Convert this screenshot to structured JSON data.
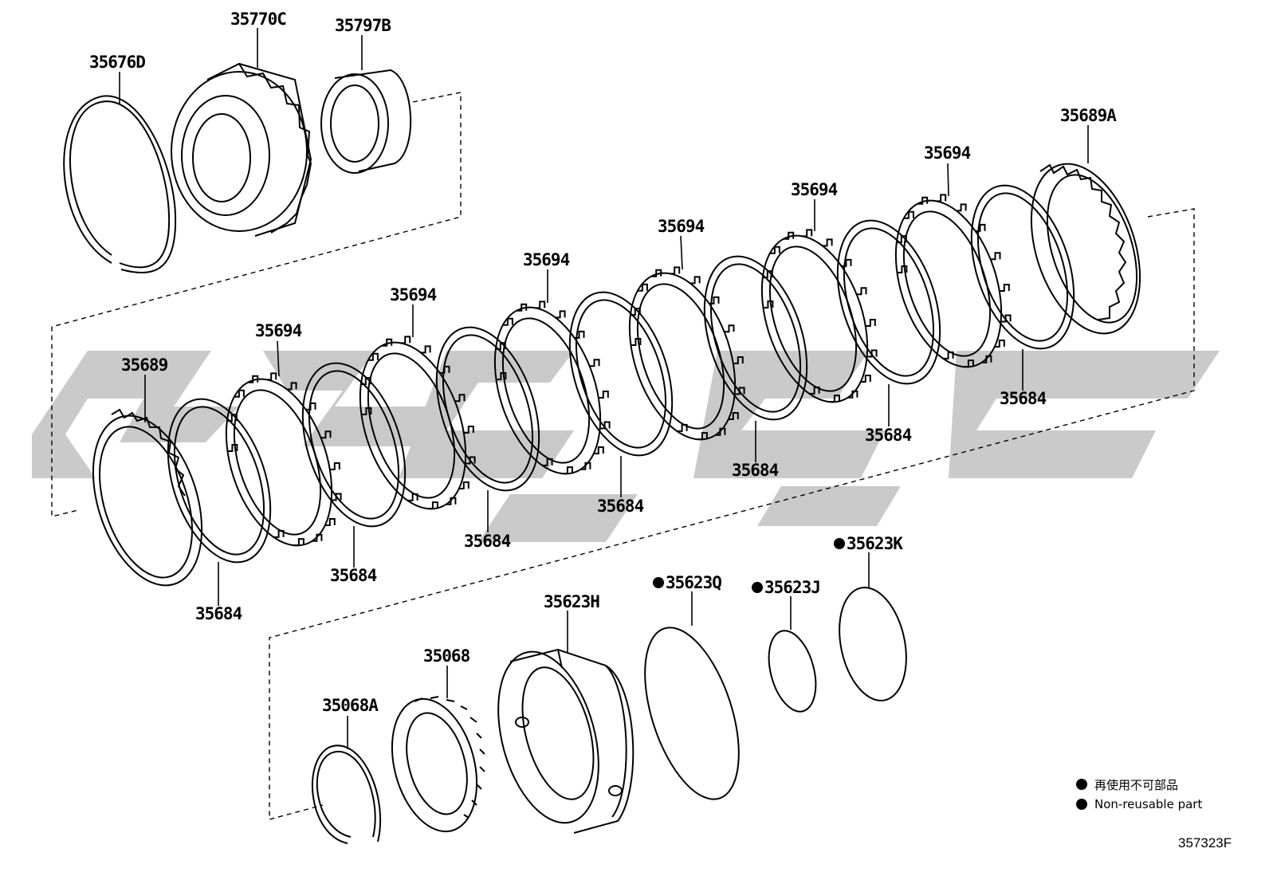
{
  "diagram": {
    "watermark_color": "#c4c4c4",
    "line_color": "#000000",
    "parts": {
      "p35676D": "35676D",
      "p35770C": "35770C",
      "p35797B": "35797B",
      "p35689A": "35689A",
      "p35689": "35689",
      "p35694": "35694",
      "p35684": "35684",
      "p35623H": "35623H",
      "p35623Q": "35623Q",
      "p35623J": "35623J",
      "p35623K": "35623K",
      "p35068": "35068",
      "p35068A": "35068A"
    },
    "legend": {
      "line1": "再使用不可部品",
      "line2": "Non-reusable part"
    },
    "figure_code": "357323F"
  }
}
